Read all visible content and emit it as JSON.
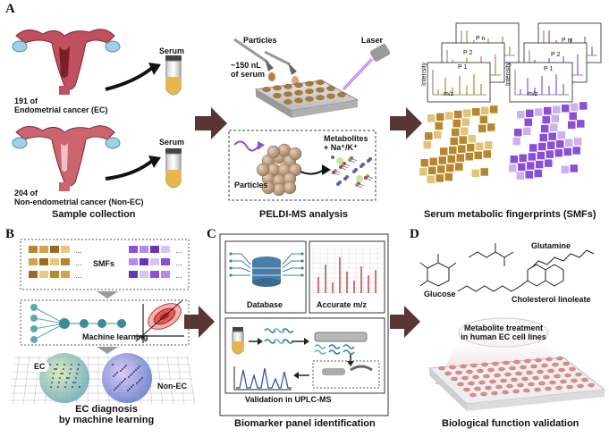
{
  "panels": {
    "A": {
      "letter": "A",
      "ec_count": "191 of",
      "ec_label": "Endometrial cancer (EC)",
      "nonec_count": "204 of",
      "nonec_label": "Non-endometrial cancer (Non-EC)",
      "serum_top": "Serum",
      "serum_bottom": "Serum",
      "caption_sample": "Sample collection",
      "particles_top": "Particles",
      "serum_volume": "~150 nL\nof serum",
      "laser": "Laser",
      "metabolites": "Metabolites\n+ Na⁺/K⁺",
      "particles_bottom": "Particles",
      "caption_peldi": "PELDI-MS analysis",
      "intensity": "Intensity",
      "mz": "m/z",
      "p_n": "P n",
      "p_m": "P m",
      "p_2": "P 2",
      "p_1": "P 1",
      "caption_smf": "Serum metabolic fingerprints (SMFs)"
    },
    "B": {
      "letter": "B",
      "smfs": "SMFs",
      "machine_learning": "Machine learning",
      "ec": "EC",
      "non_ec": "Non-EC",
      "caption": "EC diagnosis\nby machine learning"
    },
    "C": {
      "letter": "C",
      "database": "Database",
      "accurate_mz": "Accurate m/z",
      "validation": "Validation in UPLC-MS",
      "caption": "Biomarker panel identification"
    },
    "D": {
      "letter": "D",
      "glutamine": "Glutamine",
      "glucose": "Glucose",
      "cholesterol": "Cholesterol linoleate",
      "treatment": "Metabolite treatment\nin human EC cell lines",
      "caption": "Biological function validation"
    }
  },
  "colors": {
    "gold": "#b8862b",
    "purple": "#8a4fd6",
    "arrow": "#5a3535",
    "uterus": "#c0505e"
  }
}
